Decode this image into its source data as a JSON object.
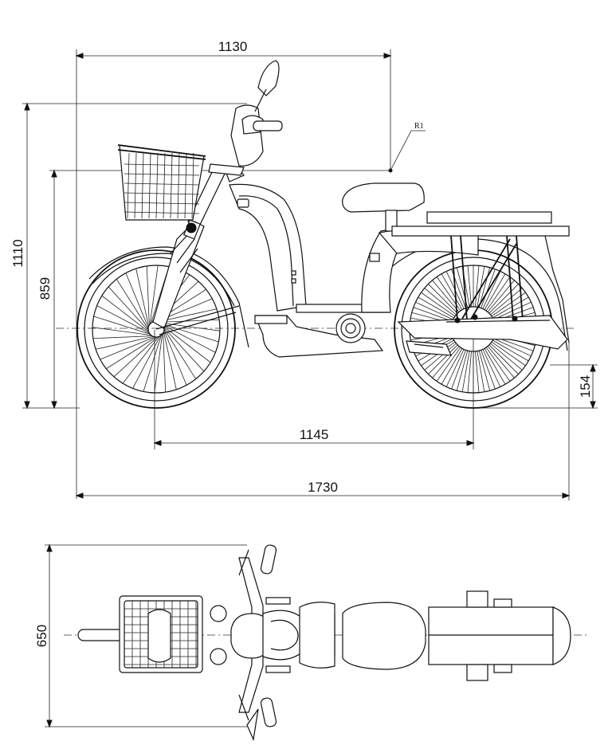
{
  "side_view": {
    "dimensions": {
      "overall_height": "1110",
      "seat_height": "859",
      "top_length": "1130",
      "wheelbase": "1145",
      "overall_length": "1730",
      "ground_clearance": "154"
    },
    "callout": "R1"
  },
  "top_view": {
    "dimensions": {
      "width": "650"
    }
  }
}
